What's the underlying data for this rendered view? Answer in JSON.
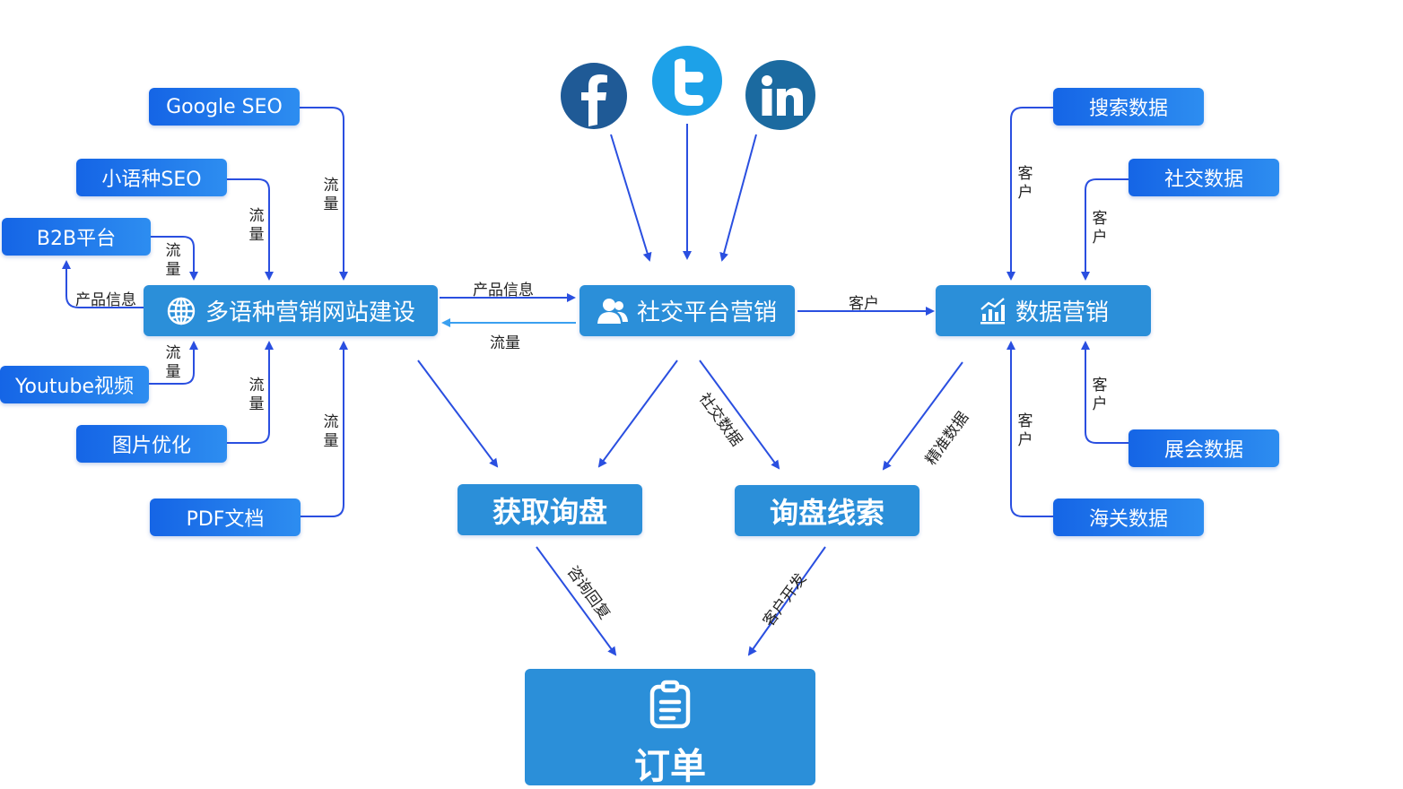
{
  "colors": {
    "box_blue": "#1a6fe8",
    "mid_blue": "#2b8fd9",
    "arrow_blue": "#2a4fe0",
    "light_arrow": "#3aa0f0",
    "facebook": "#1f5a96",
    "twitter": "#1da1e8",
    "linkedin": "#1b6aa0"
  },
  "left_sources": [
    "Google SEO",
    "小语种SEO",
    "B2B平台",
    "Youtube视频",
    "图片优化",
    "PDF文档"
  ],
  "right_sources": [
    "搜索数据",
    "社交数据",
    "展会数据",
    "海关数据"
  ],
  "social_icons": [
    "facebook-icon",
    "twitter-icon",
    "linkedin-icon"
  ],
  "hubs": {
    "website": "多语种营销网站建设",
    "social": "社交平台营销",
    "data": "数据营销"
  },
  "outcomes": {
    "inquiry": "获取询盘",
    "leads": "询盘线索"
  },
  "order": "订单",
  "edge_labels": {
    "traffic": "流量",
    "product_info": "产品信息",
    "customer": "客户",
    "social_data": "社交数据",
    "precise_data": "精准数据",
    "consult_reply": "咨询回复",
    "customer_dev": "客户开发"
  }
}
